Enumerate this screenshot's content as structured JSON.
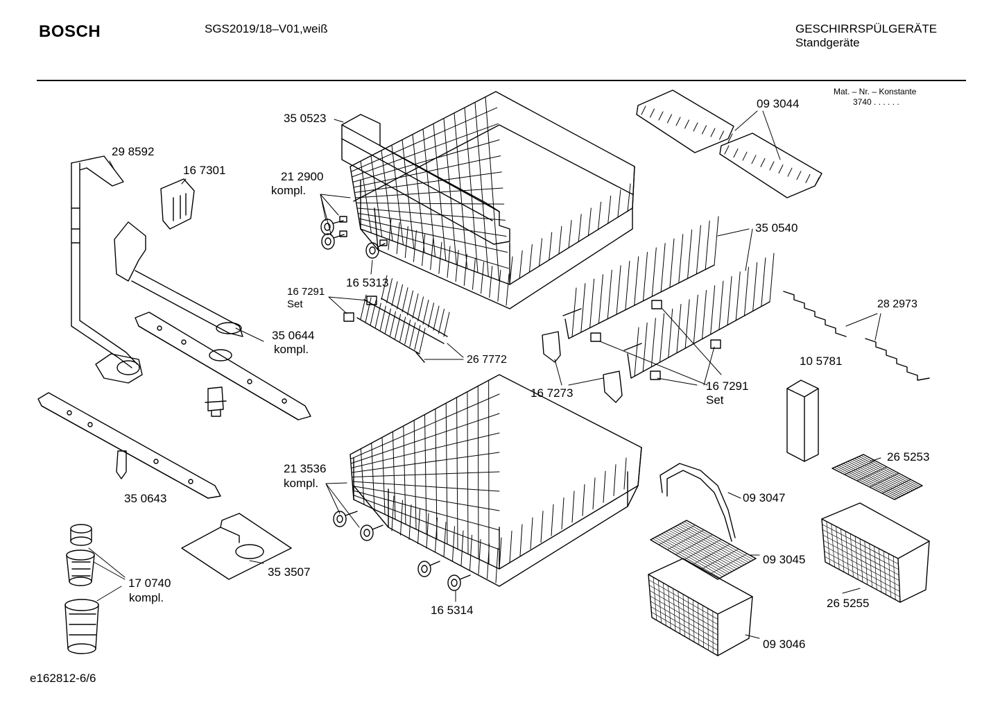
{
  "header": {
    "brand": "BOSCH",
    "model": "SGS2019/18–V01,weiß",
    "category": "GESCHIRRSPÜLGERÄTE",
    "subcategory": "Standgeräte",
    "constant_label": "Mat. – Nr. – Konstante",
    "constant_value": "3740  .  .    .  .  .  ."
  },
  "footer": {
    "doc_id": "e162812-6/6"
  },
  "parts": [
    {
      "id": "p350523",
      "lines": [
        "35 0523"
      ]
    },
    {
      "id": "p212900",
      "lines": [
        "21 2900",
        "kompl."
      ]
    },
    {
      "id": "p165313",
      "lines": [
        "16 5313"
      ]
    },
    {
      "id": "p298592",
      "lines": [
        "29 8592"
      ]
    },
    {
      "id": "p167301",
      "lines": [
        "16 7301"
      ]
    },
    {
      "id": "p167291a",
      "lines": [
        "16 7291",
        "Set"
      ]
    },
    {
      "id": "p267772",
      "lines": [
        "26 7772"
      ]
    },
    {
      "id": "p350644",
      "lines": [
        "35 0644",
        "kompl."
      ]
    },
    {
      "id": "p350643",
      "lines": [
        "35 0643"
      ]
    },
    {
      "id": "p093044",
      "lines": [
        "09 3044"
      ]
    },
    {
      "id": "p350540",
      "lines": [
        "35 0540"
      ]
    },
    {
      "id": "p282973",
      "lines": [
        "28 2973"
      ]
    },
    {
      "id": "p105781",
      "lines": [
        "10 5781"
      ]
    },
    {
      "id": "p167273",
      "lines": [
        "16 7273"
      ]
    },
    {
      "id": "p167291b",
      "lines": [
        "16 7291",
        "Set"
      ]
    },
    {
      "id": "p213536",
      "lines": [
        "21 3536",
        "kompl."
      ]
    },
    {
      "id": "p265253",
      "lines": [
        "26 5253"
      ]
    },
    {
      "id": "p093047",
      "lines": [
        "09 3047"
      ]
    },
    {
      "id": "p093045",
      "lines": [
        "09 3045"
      ]
    },
    {
      "id": "p353507",
      "lines": [
        "35 3507"
      ]
    },
    {
      "id": "p170740",
      "lines": [
        "17 0740",
        "kompl."
      ]
    },
    {
      "id": "p165314",
      "lines": [
        "16 5314"
      ]
    },
    {
      "id": "p265255",
      "lines": [
        "26 5255"
      ]
    },
    {
      "id": "p093046",
      "lines": [
        "09 3046"
      ]
    }
  ]
}
